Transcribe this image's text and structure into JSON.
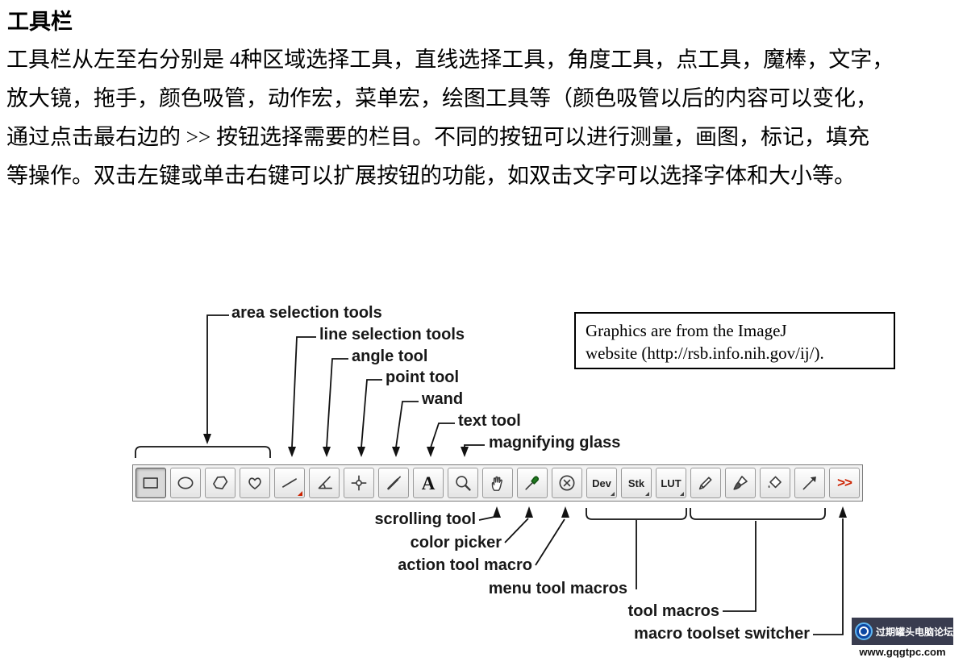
{
  "page": {
    "title": "工具栏",
    "paragraph_lines": [
      "工具栏从左至右分别是 4种区域选择工具，直线选择工具，角度工具，点工具，魔棒，文字，",
      "放大镜，拖手，颜色吸管，动作宏，菜单宏，绘图工具等（颜色吸管以后的内容可以变化，",
      "通过点击最右边的 >> 按钮选择需要的栏目。不同的按钮可以进行测量，画图，标记，填充",
      "等操作。双击左键或单击右键可以扩展按钮的功能，如双击文字可以选择字体和大小等。"
    ]
  },
  "credit_box": {
    "line1": "Graphics are from the ImageJ",
    "line2": "website (http://rsb.info.nih.gov/ij/)."
  },
  "diagram": {
    "top_labels": {
      "area": "area selection tools",
      "line": "line selection tools",
      "angle": "angle tool",
      "point": "point tool",
      "wand": "wand",
      "text": "text tool",
      "magnify": "magnifying glass"
    },
    "bottom_labels": {
      "scrolling": "scrolling tool",
      "color_picker": "color picker",
      "action_macro": "action tool macro",
      "menu_macros": "menu tool macros",
      "tool_macros": "tool macros",
      "switcher": "macro toolset switcher"
    },
    "toolbar": {
      "tools": [
        "rectangle-select",
        "oval-select",
        "polygon-select",
        "freehand-select",
        "line-select",
        "angle",
        "point",
        "wand",
        "text",
        "magnifier",
        "hand-scroll",
        "color-picker",
        "action-tool-macro",
        "dev-menu",
        "stk-menu",
        "lut-menu",
        "pencil",
        "brush",
        "flood-fill",
        "arrow",
        "toolset-switcher"
      ],
      "dev_label": "Dev",
      "stk_label": "Stk",
      "lut_label": "LUT",
      "text_tool_label": "A",
      "switcher_label": ">>",
      "accent_red": "#cc2200",
      "picker_green": "#1e7a1e",
      "line_color": "#111111"
    }
  },
  "watermark": {
    "site_name": "过期罐头电脑论坛",
    "site_url": "www.gqgtpc.com"
  }
}
